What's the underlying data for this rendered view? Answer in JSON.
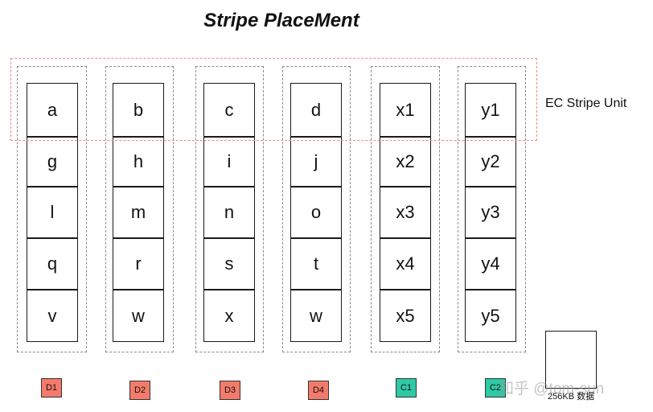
{
  "title": "Stripe PlaceMent",
  "columns": [
    {
      "label": "D1",
      "type": "data",
      "cells": [
        "a",
        "g",
        "l",
        "q",
        "v"
      ]
    },
    {
      "label": "D2",
      "type": "data",
      "cells": [
        "b",
        "h",
        "m",
        "r",
        "w"
      ]
    },
    {
      "label": "D3",
      "type": "data",
      "cells": [
        "c",
        "i",
        "n",
        "s",
        "x"
      ]
    },
    {
      "label": "D4",
      "type": "data",
      "cells": [
        "d",
        "j",
        "o",
        "t",
        "w"
      ]
    },
    {
      "label": "C1",
      "type": "parity",
      "cells": [
        "x1",
        "x2",
        "x3",
        "x4",
        "x5"
      ]
    },
    {
      "label": "C2",
      "type": "parity",
      "cells": [
        "y1",
        "y2",
        "y3",
        "y4",
        "y5"
      ]
    }
  ],
  "stripe_label": "EC Stripe Unit",
  "legend": {
    "label": "256KB 数据"
  },
  "watermark": "知乎 @tom-sun",
  "colors": {
    "data": "#f47b6b",
    "parity": "#2fc9a6",
    "stripe_border": "#ef8a8a"
  }
}
